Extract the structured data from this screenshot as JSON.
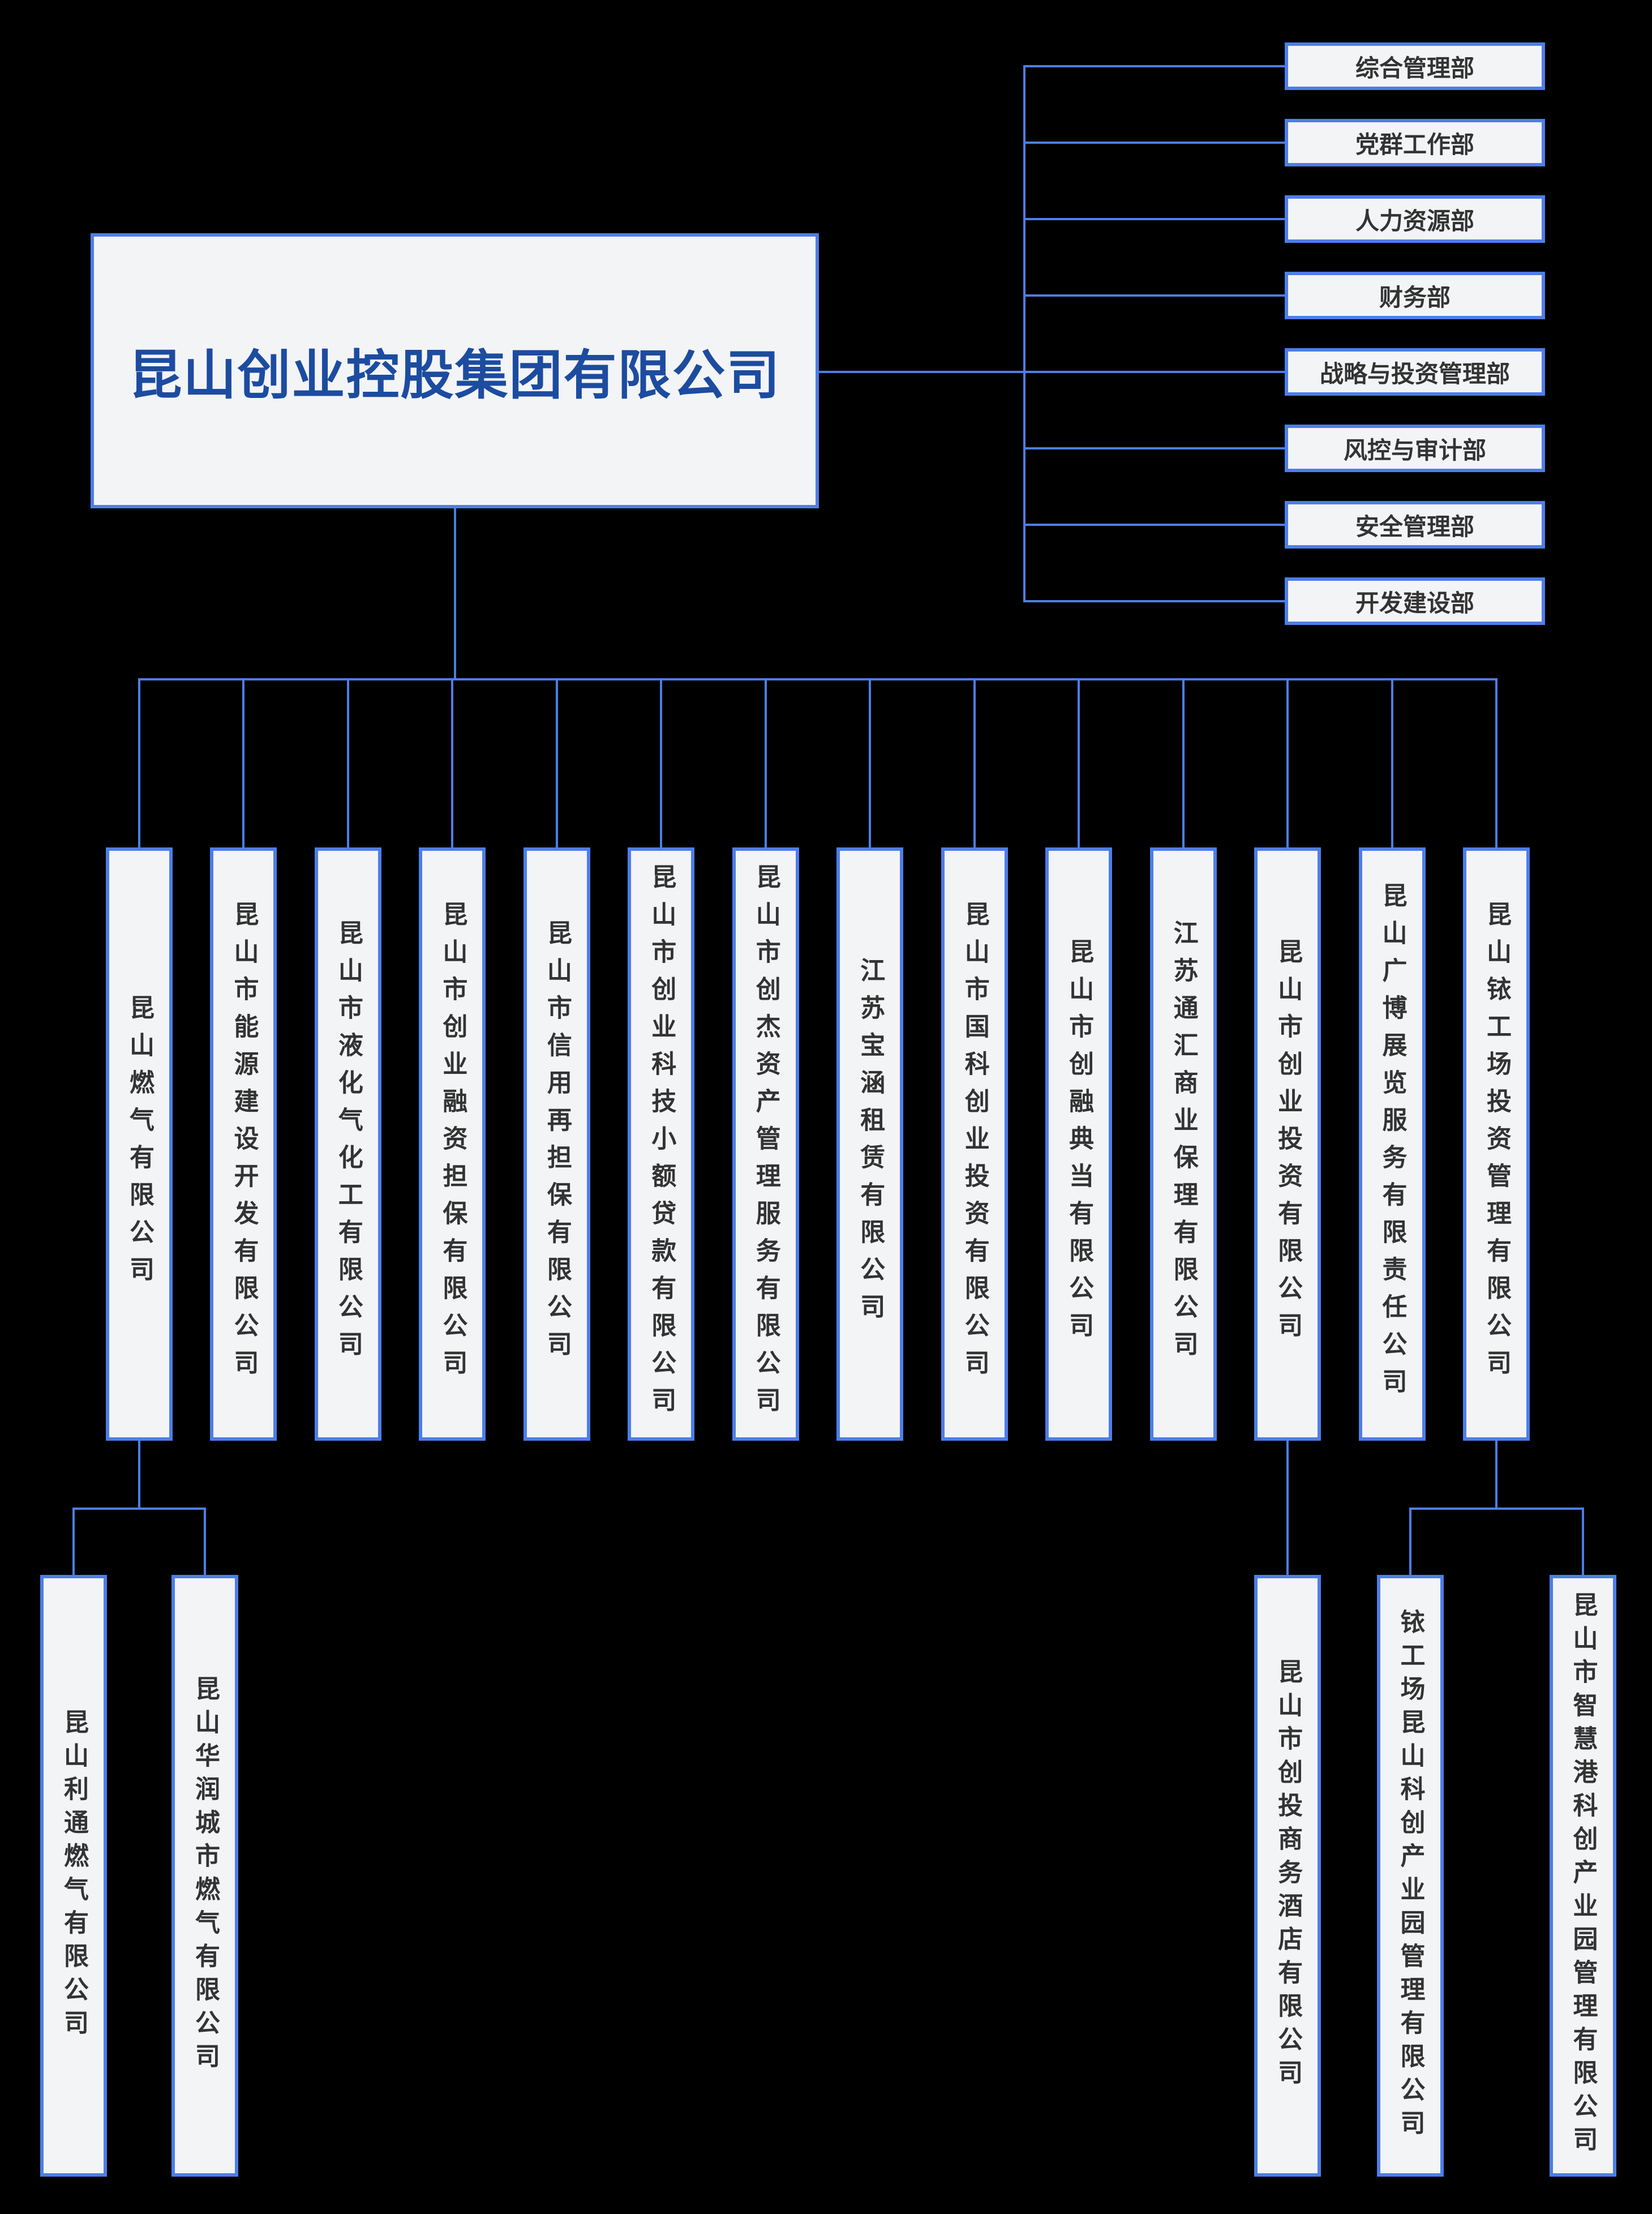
{
  "colors": {
    "background": "#000000",
    "box_fill": "#f3f4f6",
    "box_border": "#4d7ee8",
    "line": "#4d7ee8",
    "title_text": "#1c4ca0",
    "node_text": "#333333"
  },
  "root": {
    "title": "昆山创业控股集团有限公司"
  },
  "departments": [
    "综合管理部",
    "党群工作部",
    "人力资源部",
    "财务部",
    "战略与投资管理部",
    "风控与审计部",
    "安全管理部",
    "开发建设部"
  ],
  "subsidiaries": [
    {
      "name": "昆山燃气有限公司",
      "children": [
        "昆山利通燃气有限公司",
        "昆山华润城市燃气有限公司"
      ]
    },
    {
      "name": "昆山市能源建设开发有限公司",
      "children": []
    },
    {
      "name": "昆山市液化气化工有限公司",
      "children": []
    },
    {
      "name": "昆山市创业融资担保有限公司",
      "children": []
    },
    {
      "name": "昆山市信用再担保有限公司",
      "children": []
    },
    {
      "name": "昆山市创业科技小额贷款有限公司",
      "children": []
    },
    {
      "name": "昆山市创杰资产管理服务有限公司",
      "children": []
    },
    {
      "name": "江苏宝涵租赁有限公司",
      "children": []
    },
    {
      "name": "昆山市国科创业投资有限公司",
      "children": []
    },
    {
      "name": "昆山市创融典当有限公司",
      "children": []
    },
    {
      "name": "江苏通汇商业保理有限公司",
      "children": []
    },
    {
      "name": "昆山市创业投资有限公司",
      "children": [
        "昆山市创投商务酒店有限公司"
      ]
    },
    {
      "name": "昆山广博展览服务有限责任公司",
      "children": []
    },
    {
      "name": "昆山铱工场投资管理有限公司",
      "children": [
        "铱工场昆山科创产业园管理有限公司",
        "昆山市智慧港科创产业园管理有限公司"
      ]
    }
  ]
}
